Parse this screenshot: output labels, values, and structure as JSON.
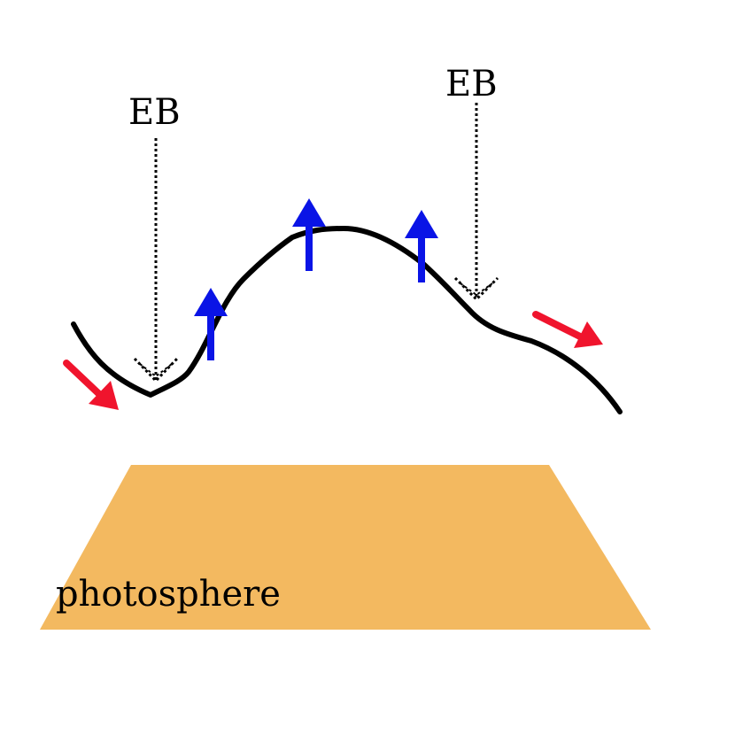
{
  "labels": {
    "eb_left": "EB",
    "eb_right": "EB",
    "photosphere": "photosphere"
  },
  "colors": {
    "photosphere_fill": "#F3B960",
    "field_line": "#000000",
    "upflow_arrow": "#0A14E6",
    "flow_arrow": "#F0142D",
    "pointer": "#000000"
  },
  "icons": {
    "upflow": "arrow-up-icon",
    "flow": "arrow-down-right-icon",
    "pointer": "dotted-arrow-down-icon"
  }
}
